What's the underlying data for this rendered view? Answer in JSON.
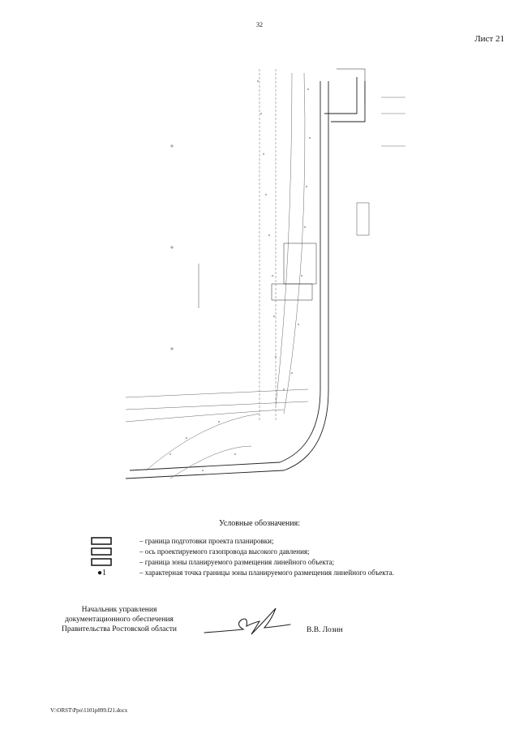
{
  "page_number": "32",
  "sheet_label": "Лист 21",
  "legend": {
    "title": "Условные обозначения:",
    "items": [
      {
        "symbol": "rect",
        "text": "– граница подготовки проекта планировки;"
      },
      {
        "symbol": "rect",
        "text": "– ось проектируемого газопровода высокого давления;"
      },
      {
        "symbol": "rect",
        "text": "– граница зоны планируемого размещения линейного объекта;"
      },
      {
        "symbol": "point",
        "point_label": "1",
        "text": "– характерная точка границы зоны планируемого размещения линейного объекта."
      }
    ]
  },
  "signature_block": {
    "line1": "Начальник управления",
    "line2": "документационного обеспечения",
    "line3": "Правительства Ростовской области",
    "name": "В.В. Лозин"
  },
  "footer": "V:\\ORST\\Ppo\\1101p899.f21.docx"
}
